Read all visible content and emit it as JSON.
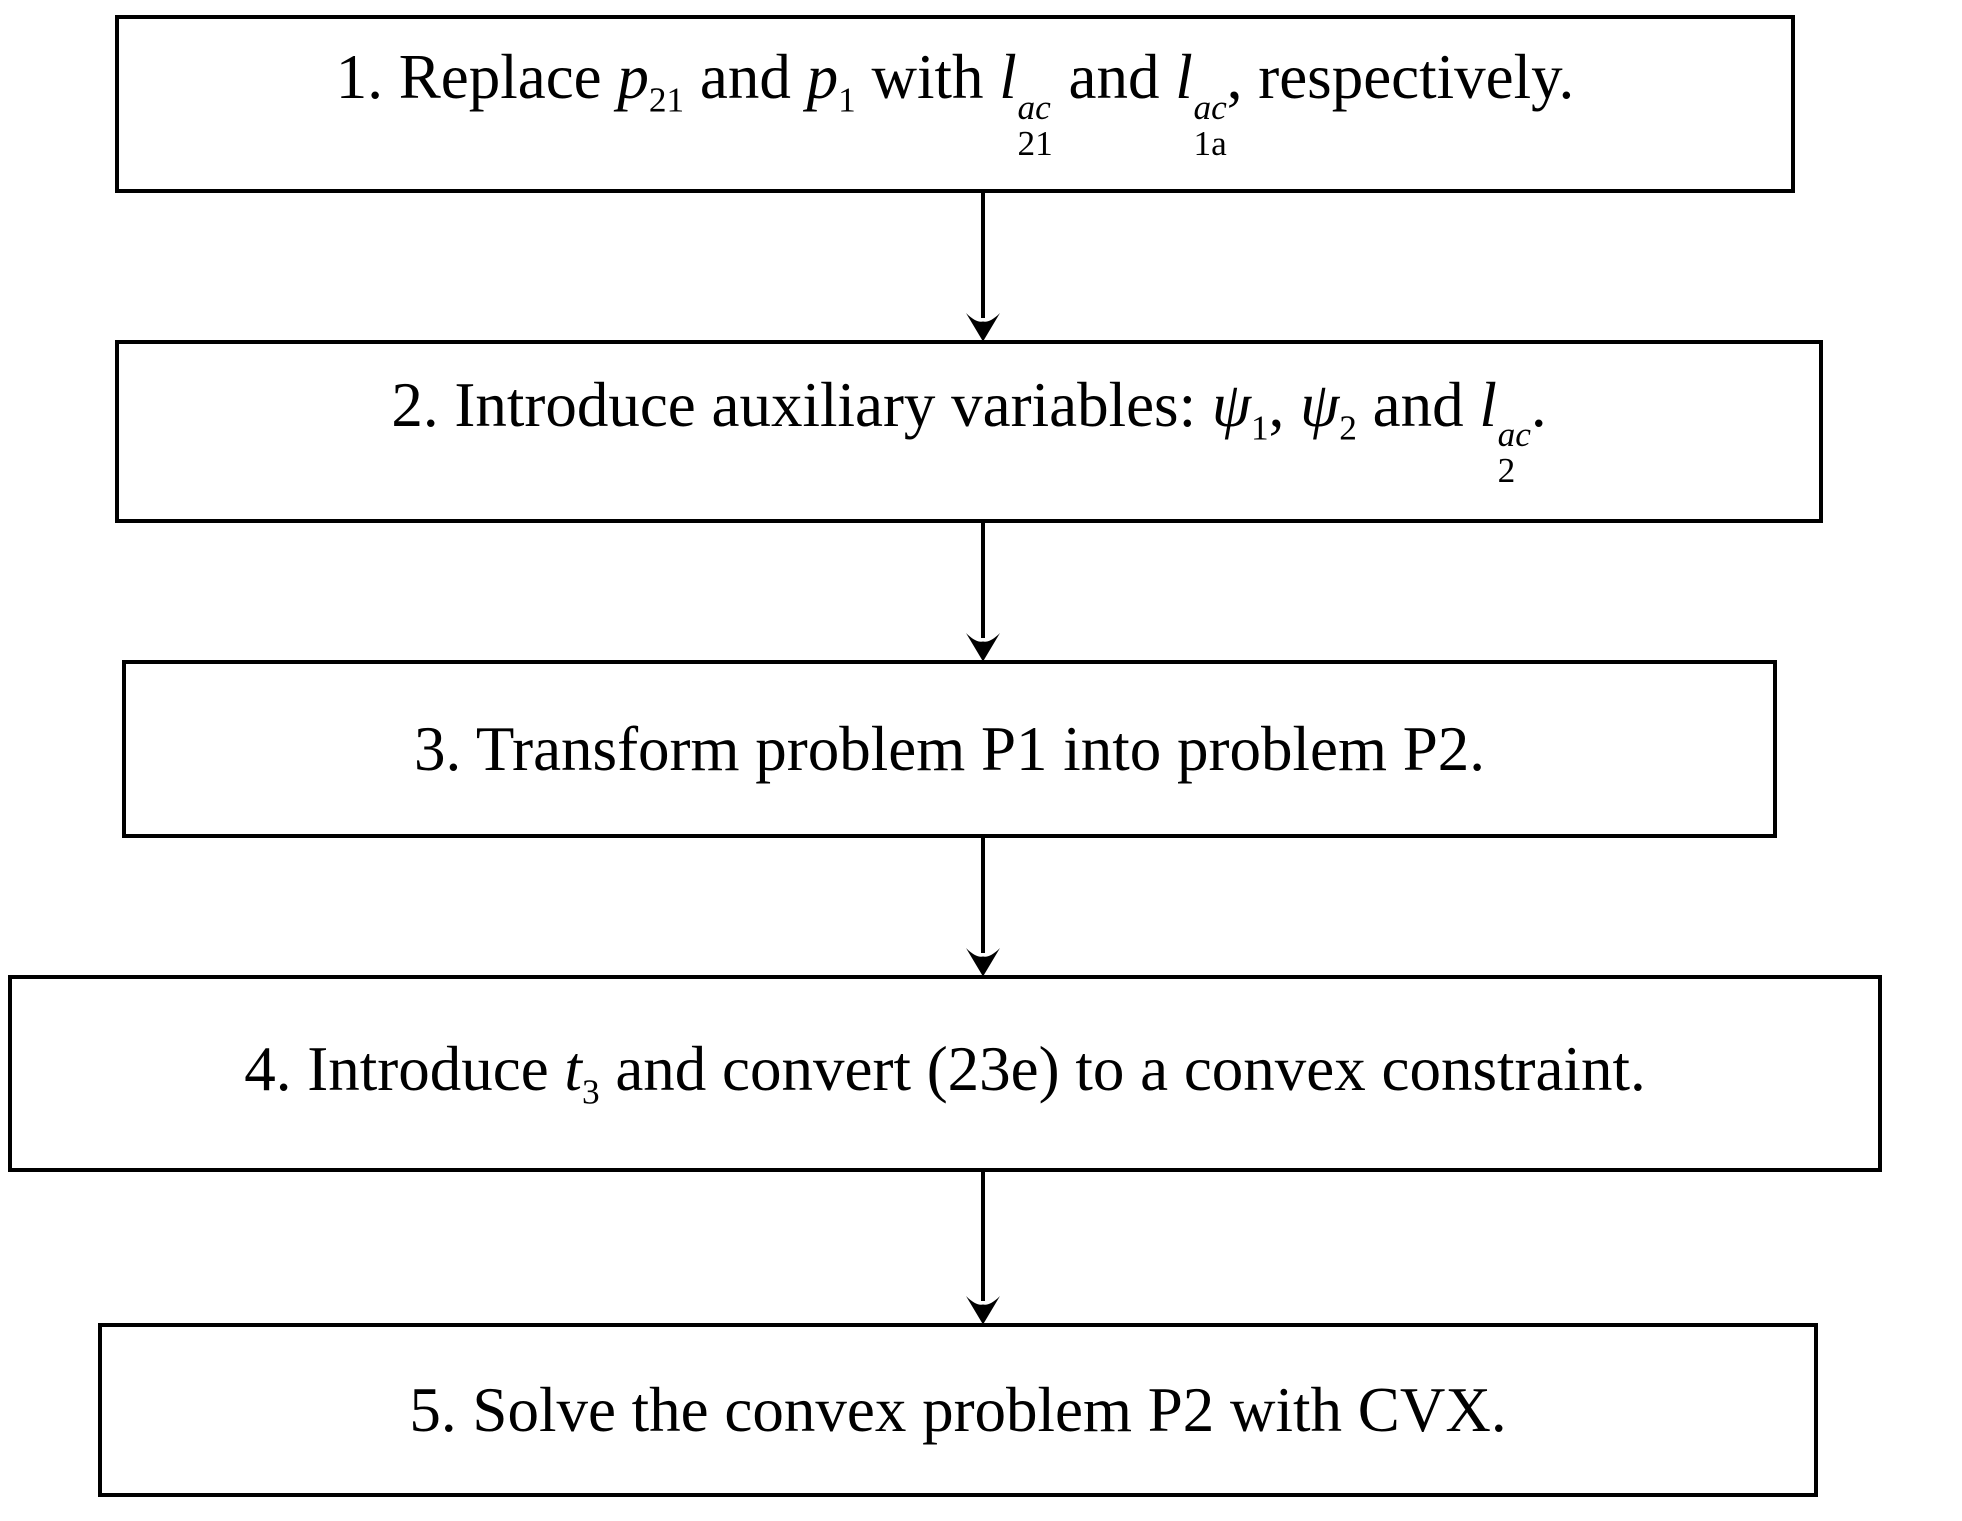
{
  "figure": {
    "background_color": "#ffffff",
    "border_color": "#000000",
    "text_color": "#000000",
    "steps": [
      {
        "text": "1. Replace p21 and p1 with l21^ac and l1a^ac, respectively.",
        "segments": [
          {
            "t": "1. Replace "
          },
          {
            "m": {
              "base": "p",
              "sub": "21"
            }
          },
          {
            "t": " and "
          },
          {
            "m": {
              "base": "p",
              "sub": "1"
            }
          },
          {
            "t": " with "
          },
          {
            "m": {
              "base": "l",
              "sup": "ac",
              "sub": "21"
            }
          },
          {
            "t": " and "
          },
          {
            "m": {
              "base": "l",
              "sup": "ac",
              "sub": "1a"
            }
          },
          {
            "t": ", respectively."
          }
        ]
      },
      {
        "text": "2. Introduce auxiliary variables: ψ1, ψ2 and l2^ac.",
        "segments": [
          {
            "t": "2. Introduce auxiliary variables: "
          },
          {
            "m": {
              "base": "ψ",
              "sub": "1"
            }
          },
          {
            "t": ", "
          },
          {
            "m": {
              "base": "ψ",
              "sub": "2"
            }
          },
          {
            "t": " and "
          },
          {
            "m": {
              "base": "l",
              "sup": "ac",
              "sub": "2"
            }
          },
          {
            "t": "."
          }
        ]
      },
      {
        "text": "3. Transform problem P1 into problem P2.",
        "segments": [
          {
            "t": "3. Transform problem P1 into problem P2."
          }
        ]
      },
      {
        "text": "4. Introduce t3 and convert (23e) to a convex constraint.",
        "segments": [
          {
            "t": "4. Introduce "
          },
          {
            "m": {
              "base": "t",
              "sub": "3"
            }
          },
          {
            "t": " and convert (23e) to a convex constraint."
          }
        ]
      },
      {
        "text": "5. Solve the convex problem P2 with CVX.",
        "segments": [
          {
            "t": "5. Solve the convex problem P2 with CVX."
          }
        ]
      }
    ]
  }
}
